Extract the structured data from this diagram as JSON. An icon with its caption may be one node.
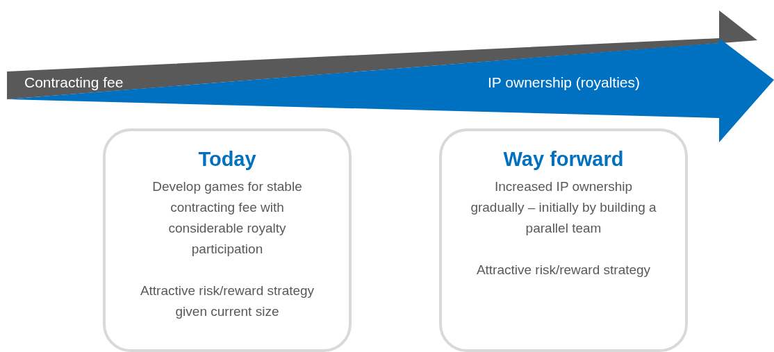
{
  "diagram": {
    "nodes": [
      {
        "text": [
          "Contracting fee"
        ]
      },
      {
        "text": [
          "IP ownership (royalties)"
        ]
      },
      {
        "text": [
          "Today",
          "Develop games for stable contracting fee with considerable royalty participation",
          "Attractive risk/reward strategy given current size"
        ]
      },
      {
        "text": [
          "Way forward",
          "Increased IP ownership gradually – initially by building a parallel team",
          "Attractive risk/reward strategy"
        ]
      }
    ]
  }
}
